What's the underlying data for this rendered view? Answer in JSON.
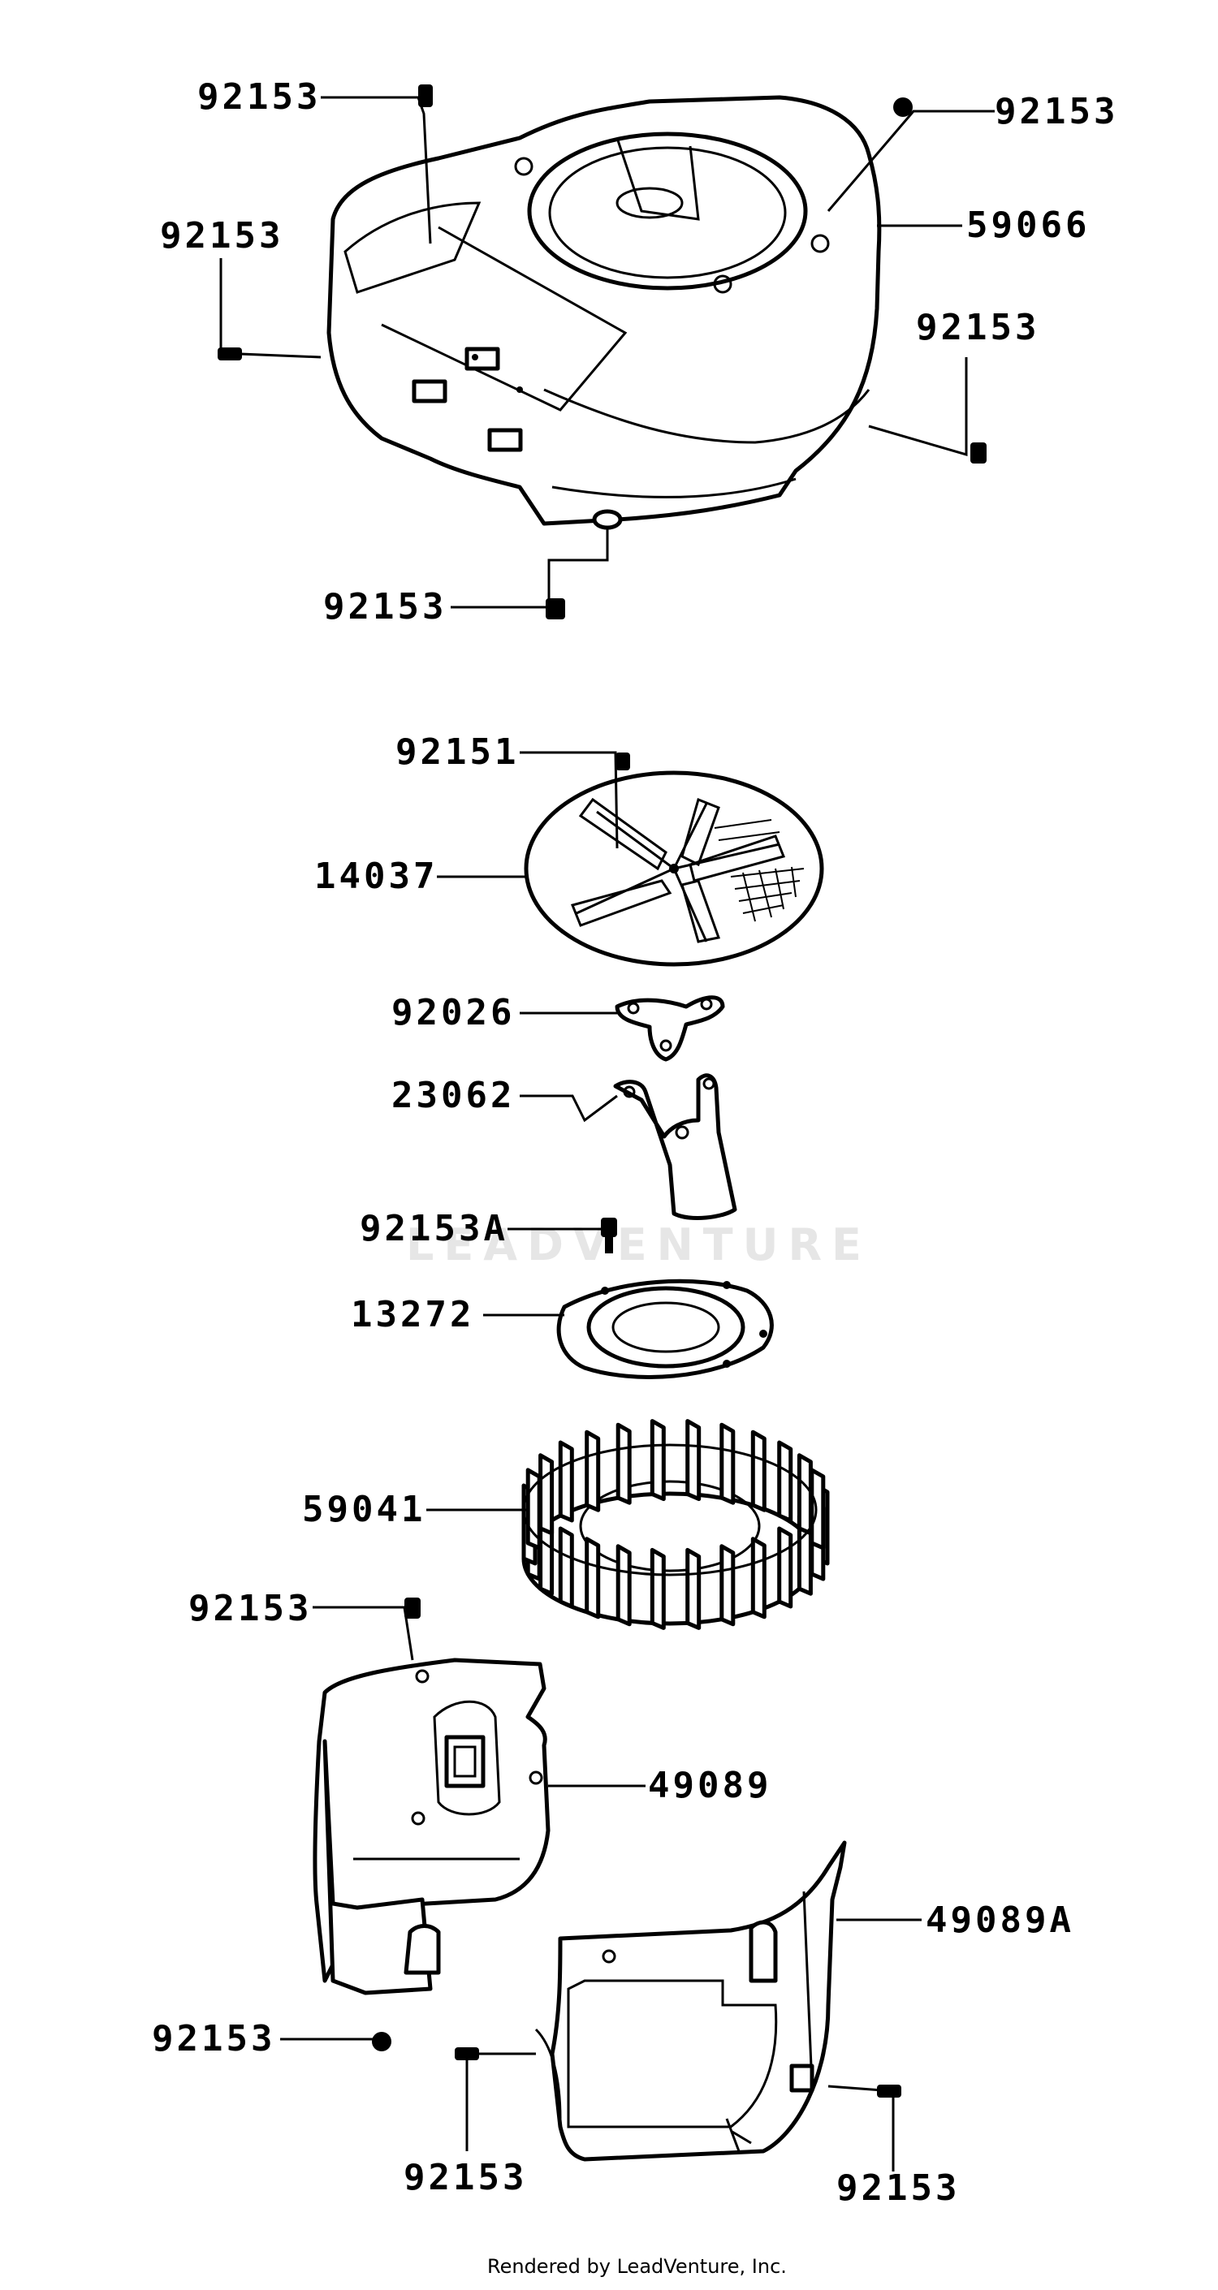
{
  "diagram": {
    "watermark": "LEADVENTURE",
    "footer": "Rendered by LeadVenture, Inc.",
    "callouts": [
      {
        "id": "c1",
        "text": "92153"
      },
      {
        "id": "c2",
        "text": "92153"
      },
      {
        "id": "c3",
        "text": "92153"
      },
      {
        "id": "c4",
        "text": "59066"
      },
      {
        "id": "c5",
        "text": "92153"
      },
      {
        "id": "c6",
        "text": "92153"
      },
      {
        "id": "c7",
        "text": "92151"
      },
      {
        "id": "c8",
        "text": "14037"
      },
      {
        "id": "c9",
        "text": "92026"
      },
      {
        "id": "c10",
        "text": "23062"
      },
      {
        "id": "c11",
        "text": "92153A"
      },
      {
        "id": "c12",
        "text": "13272"
      },
      {
        "id": "c13",
        "text": "59041"
      },
      {
        "id": "c14",
        "text": "92153"
      },
      {
        "id": "c15",
        "text": "49089"
      },
      {
        "id": "c16",
        "text": "49089A"
      },
      {
        "id": "c17",
        "text": "92153"
      },
      {
        "id": "c18",
        "text": "92153"
      },
      {
        "id": "c19",
        "text": "92153"
      }
    ]
  }
}
